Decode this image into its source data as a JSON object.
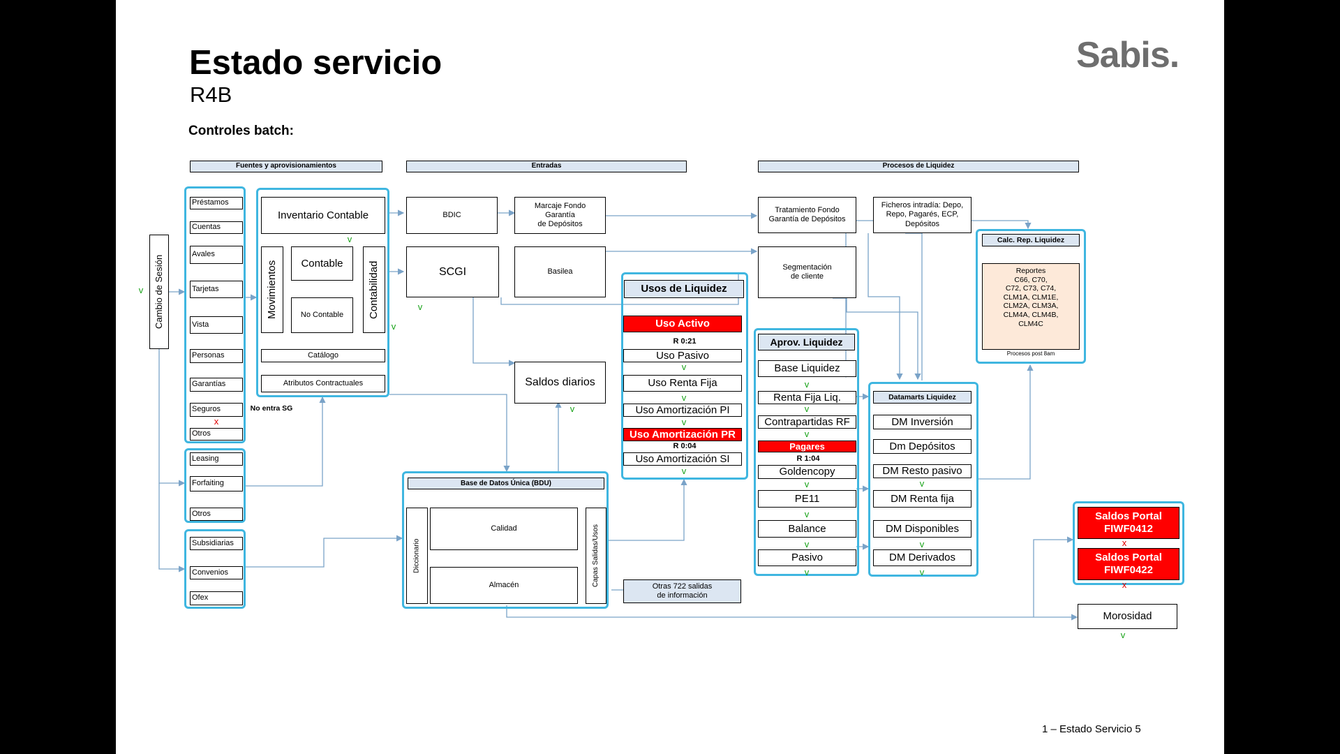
{
  "header": {
    "title": "Estado servicio",
    "subtitle": "R4B",
    "logo": "Sabis.",
    "section": "Controles batch:"
  },
  "footer": "1 – Estado Servicio 5",
  "headers": {
    "fuentes": "Fuentes y aprovisionamientos",
    "entradas": "Entradas",
    "procesos": "Procesos de Liquidez"
  },
  "cambio_sesion": "Cambio de Sesión",
  "check": "v",
  "cross": "x",
  "sources": {
    "group1": [
      "Préstamos",
      "Cuentas",
      "Avales",
      "Tarjetas",
      "Vista",
      "Personas",
      "Garantías",
      "Seguros",
      "Otros"
    ],
    "group2": [
      "Leasing",
      "Forfaiting",
      "Otros"
    ],
    "group3": [
      "Subsidiarias",
      "Convenios",
      "Ofex"
    ],
    "no_entra": "No entra SG"
  },
  "inventario": {
    "title": "Inventario Contable",
    "movimientos": "Movimientos",
    "contabilidad": "Contabilidad",
    "contable": "Contable",
    "no_contable": "No Contable",
    "catalogo": "Catálogo",
    "atributos": "Atributos Contractuales"
  },
  "entradas": {
    "bdic": "BDIC",
    "scgi": "SCGI",
    "marcaje": "Marcaje Fondo\nGarantía\nde Depósitos",
    "basilea": "Basilea",
    "saldos_diarios": "Saldos diarios",
    "bdu": {
      "title": "Base de Datos Única (BDU)",
      "diccionario": "Diccionario",
      "calidad": "Calidad",
      "almacen": "Almacén",
      "capas": "Capas Salidas/Usos"
    },
    "otras_salidas": "Otras 722 salidas\nde información"
  },
  "usos": {
    "title": "Usos de Liquidez",
    "items": [
      "Uso Activo",
      "Uso Pasivo",
      "Uso Renta Fija",
      "Uso Amortización PI",
      "Uso Amortización PR",
      "Uso Amortización SI"
    ],
    "r1": "R 0:21",
    "r2": "R 0:04"
  },
  "aprov": {
    "title": "Aprov. Liquidez",
    "items": [
      "Base Liquidez",
      "Renta Fija Liq.",
      "Contrapartidas RF",
      "Pagares",
      "Goldencopy",
      "PE11",
      "Balance",
      "Pasivo"
    ],
    "r": "R 1:04"
  },
  "procesos": {
    "tratamiento": "Tratamiento Fondo\nGarantía de Depósitos",
    "segmentacion": "Segmentación\nde cliente",
    "ficheros": "Ficheros intradía: Depo,\nRepo, Pagarés, ECP,\nDepósitos"
  },
  "datamarts": {
    "title": "Datamarts Liquidez",
    "items": [
      "DM Inversión",
      "Dm Depósitos",
      "DM Resto pasivo",
      "DM Renta fija",
      "DM Disponibles",
      "DM Derivados"
    ]
  },
  "calc": {
    "title": "Calc. Rep. Liquidez",
    "reportes": "Reportes\nC66, C70,\nC72, C73, C74,\nCLM1A, CLM1E,\nCLM2A, CLM3A,\nCLM4A, CLM4B,\nCLM4C",
    "post": "Procesos post 8am"
  },
  "portal": {
    "item1": "Saldos Portal\nFIWF0412",
    "item2": "Saldos Portal\nFIWF0422"
  },
  "morosidad": "Morosidad",
  "colors": {
    "accent_border": "#3fb6e0",
    "header_fill": "#dce6f2",
    "alert": "#ff0000",
    "ok": "#1aa31a",
    "report_fill": "#fde9d9"
  }
}
